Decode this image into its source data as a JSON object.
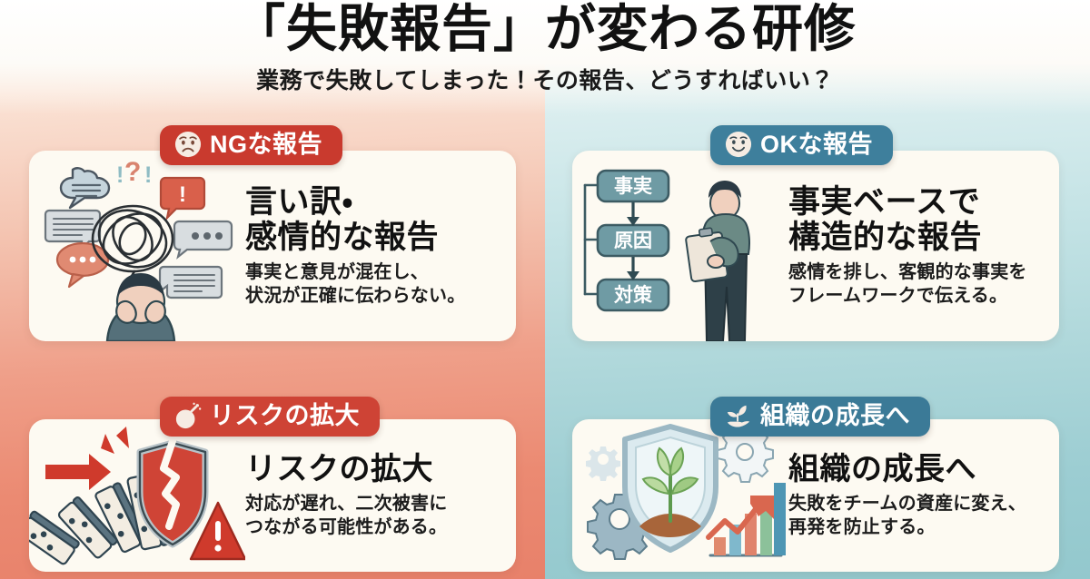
{
  "header": {
    "title": "「失敗報告」が変わる研修",
    "subtitle": "業務で失敗してしまった！その報告、どうすればいい？"
  },
  "theme": {
    "ng_badge_color": "#c93a2e",
    "risk_badge_color": "#ce4335",
    "ok_badge_color": "#3e7f9c",
    "growth_badge_color": "#3b7a97",
    "left_bg_color": "#ef9f89",
    "right_bg_color": "#aed7da",
    "card_bg_color": "#fdfaf2",
    "text_color": "#111111"
  },
  "cards": [
    {
      "id": "ng-report",
      "badge_label": "NGな報告",
      "badge_icon": "worried-face-emoji",
      "heading": "言い訳・\n感情的な報告",
      "body": "事実と意見が混在し、\n状況が正確に伝わらない。",
      "art_name": "confused-person-speech-bubbles-illustration"
    },
    {
      "id": "ok-report",
      "badge_label": "OKな報告",
      "badge_icon": "smiling-face-emoji",
      "heading": "事実ベースで\n構造的な報告",
      "body": "感情を排し、客観的な事実を\nフレームワークで伝える。",
      "art_name": "flowchart-person-clipboard-illustration",
      "flow_steps": [
        "事実",
        "原因",
        "対策"
      ]
    },
    {
      "id": "risk-expansion",
      "badge_label": "リスクの拡大",
      "badge_icon": "bomb-emoji",
      "heading": "リスクの拡大",
      "body": "対応が遅れ、二次被害に\nつながる可能性がある。",
      "art_name": "falling-dominoes-cracked-shield-illustration"
    },
    {
      "id": "organizational-growth",
      "badge_label": "組織の成長へ",
      "badge_icon": "seedling-in-hand-emoji",
      "heading": "組織の成長へ",
      "body": "失敗をチームの資産に変え、\n再発を防止する。",
      "art_name": "shield-plant-gears-growth-chart-illustration"
    }
  ]
}
